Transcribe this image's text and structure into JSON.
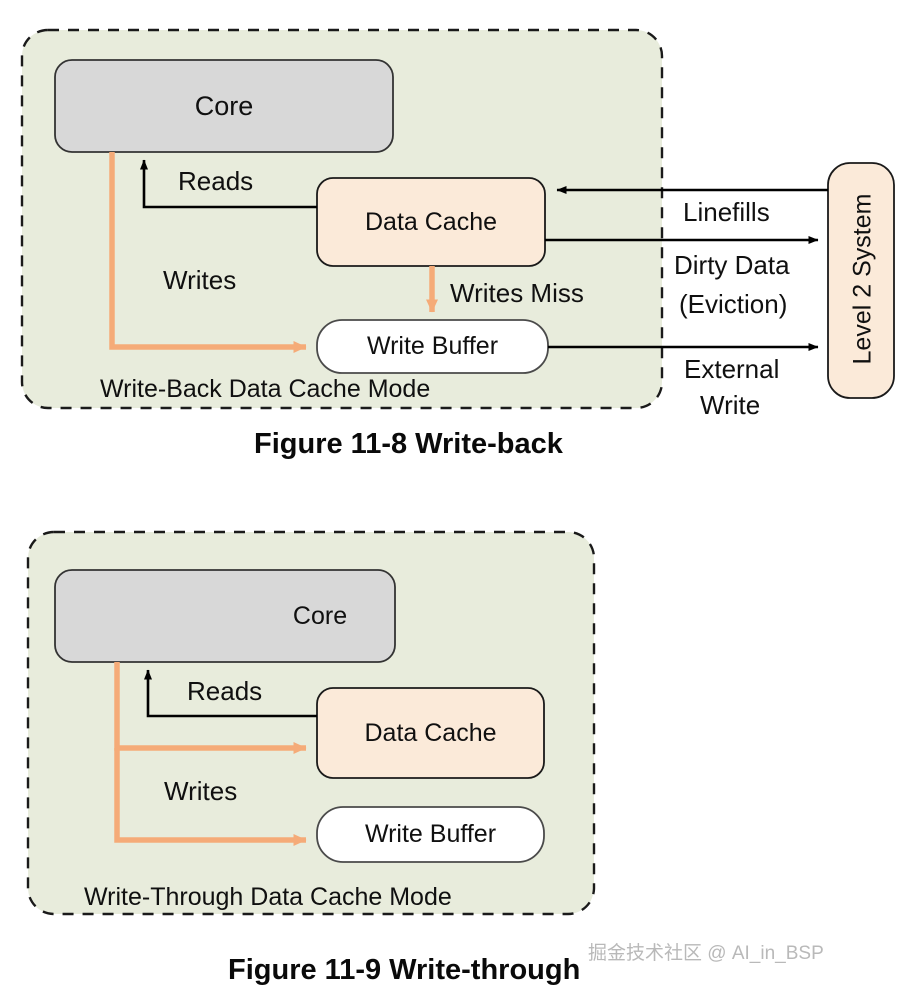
{
  "figures": [
    {
      "id": "figure-11-8",
      "caption": "Figure 11-8 Write-back",
      "container_label": "Write-Back Data Cache Mode",
      "blocks": {
        "core": "Core",
        "data_cache": "Data Cache",
        "write_buffer": "Write Buffer",
        "level2": "Level 2 System"
      },
      "edge_labels": {
        "reads": "Reads",
        "writes": "Writes",
        "writes_miss": "Writes Miss",
        "linefills": "Linefills",
        "dirty_data_line1": "Dirty Data",
        "dirty_data_line2": "(Eviction)",
        "external_line1": "External",
        "external_line2": "Write"
      }
    },
    {
      "id": "figure-11-9",
      "caption": "Figure 11-9 Write-through",
      "container_label": "Write-Through Data Cache Mode",
      "blocks": {
        "core": "Core",
        "data_cache": "Data Cache",
        "write_buffer": "Write Buffer"
      },
      "edge_labels": {
        "reads": "Reads",
        "writes": "Writes"
      }
    }
  ],
  "watermark": "掘金技术社区 @ AI_in_BSP",
  "colors": {
    "container_fill": "#e8ecdc",
    "container_border": "#1a1a1a",
    "core_fill": "#d8d8d8",
    "core_border": "#333333",
    "cache_fill": "#fbead9",
    "cache_border": "#1a1a1a",
    "buffer_fill": "#ffffff",
    "buffer_border": "#4a4a4a",
    "arrow_black": "#000000",
    "arrow_orange": "#f5ab78",
    "page_background": "#ffffff",
    "watermark_color": "#b9b9b9"
  }
}
